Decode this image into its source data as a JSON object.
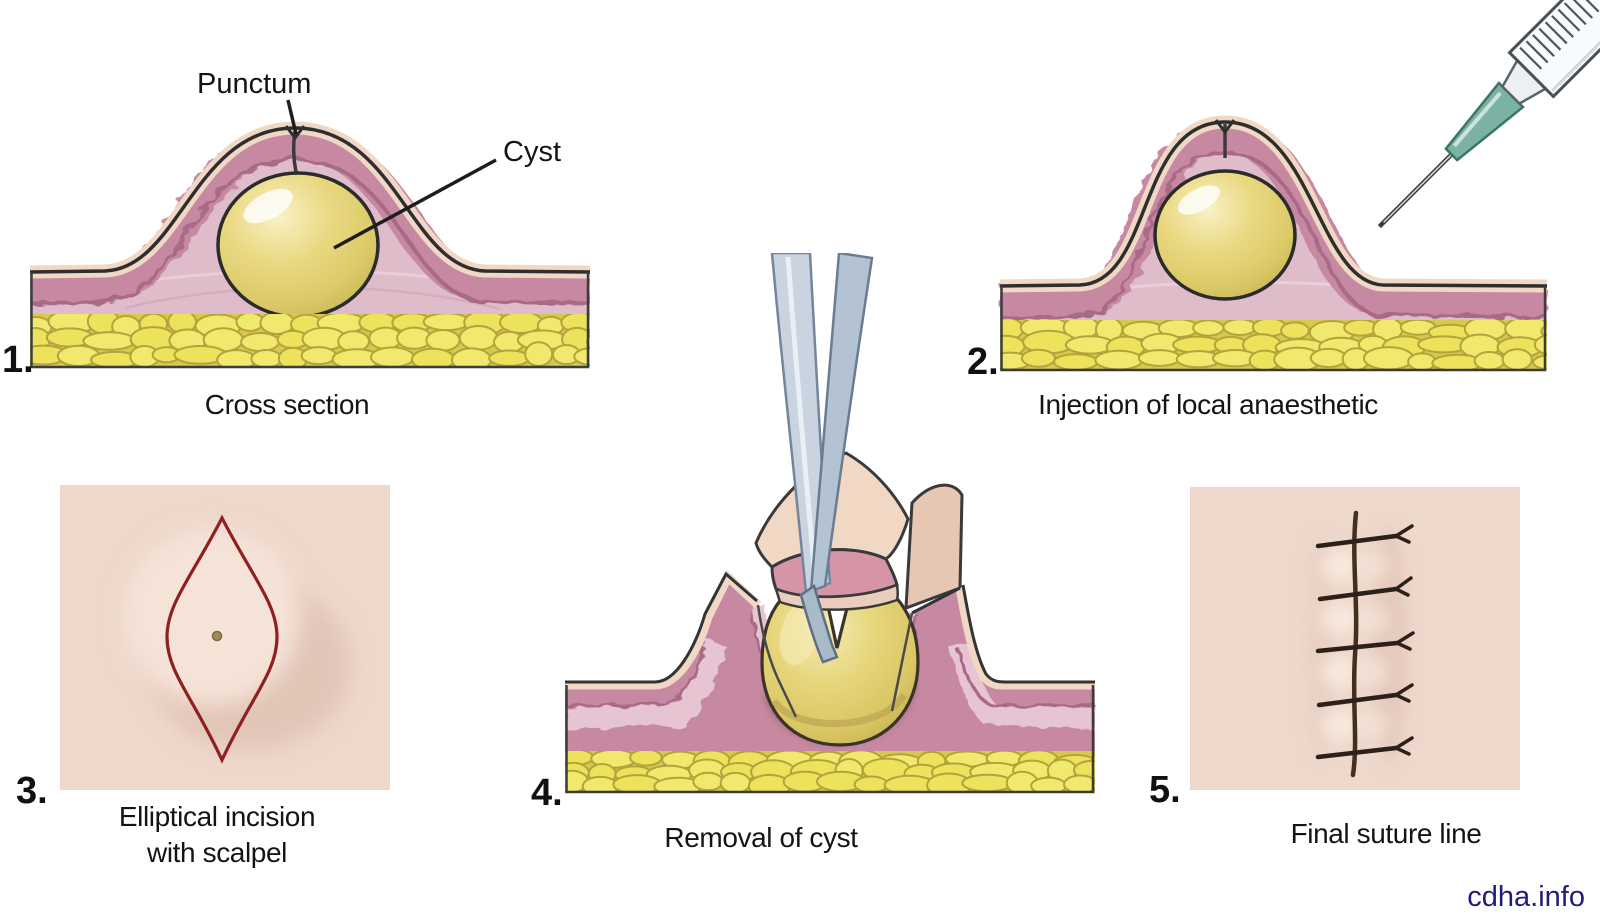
{
  "watermark": {
    "text": "cdha.info",
    "color": "#201c7a"
  },
  "panels": [
    {
      "number": "1.",
      "caption": "Cross section",
      "labels": {
        "punctum": "Punctum",
        "cyst": "Cyst"
      }
    },
    {
      "number": "2.",
      "caption": "Injection of local anaesthetic"
    },
    {
      "number": "3.",
      "caption_line1": "Elliptical incision",
      "caption_line2": "with scalpel"
    },
    {
      "number": "4.",
      "caption": "Removal of cyst"
    },
    {
      "number": "5.",
      "caption": "Final suture line"
    }
  ],
  "colors": {
    "background": "#ffffff",
    "epidermis": "#f0d8c5",
    "dermis": "#c789a2",
    "dermis_wavy_line": "#a96a87",
    "subdermis": "#dfbcca",
    "fat_yellow": "#ece25c",
    "fat_yellow_alt": "#f1e96e",
    "fat_background": "#d8c84d",
    "fat_outline": "#b3a33c",
    "fat_top_line": "#9c5f79",
    "cyst_yellow": "#e4d47a",
    "outline_dark": "#2e2e2e",
    "incision_red": "#8e2020",
    "suture_brown": "#42301f",
    "syringe_hub_teal": "#7ab3a4",
    "forceps_steel": "#c9d4e0",
    "skin_patch": "#eed7cb"
  }
}
